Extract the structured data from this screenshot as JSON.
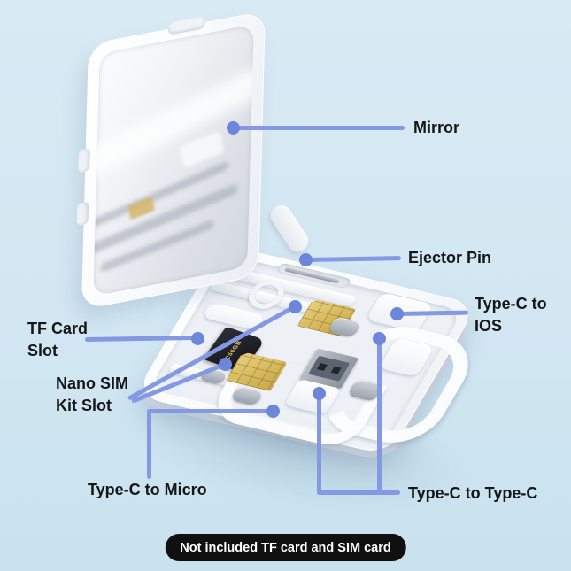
{
  "colors": {
    "background_top": "#d8eaf4",
    "background_bottom": "#c8e2ee",
    "callout_line": "#8399e4",
    "callout_dot": "#6d86da",
    "label_text": "#161616",
    "badge_bg": "#101010",
    "badge_text": "#ffffff",
    "case_white": "#ffffff",
    "sim_gold": "#d9b95c",
    "tf_card_black": "#1d2025",
    "metal_grey": "#99a1ac"
  },
  "callouts": {
    "mirror": {
      "label": "Mirror"
    },
    "ejector_pin": {
      "label": "Ejector Pin"
    },
    "typec_to_ios": {
      "label_line1": "Type-C to",
      "label_line2": "IOS"
    },
    "tf_card_slot": {
      "label_line1": "TF Card",
      "label_line2": "Slot"
    },
    "nano_sim_kit_slot": {
      "label_line1": "Nano SIM",
      "label_line2": "Kit Slot"
    },
    "typec_to_micro": {
      "label": "Type-C to Micro"
    },
    "typec_to_typec": {
      "label": "Type-C to Type-C"
    }
  },
  "badge": {
    "text": "Not included TF card and SIM card"
  },
  "product": {
    "tf_card_text": "256GB"
  }
}
